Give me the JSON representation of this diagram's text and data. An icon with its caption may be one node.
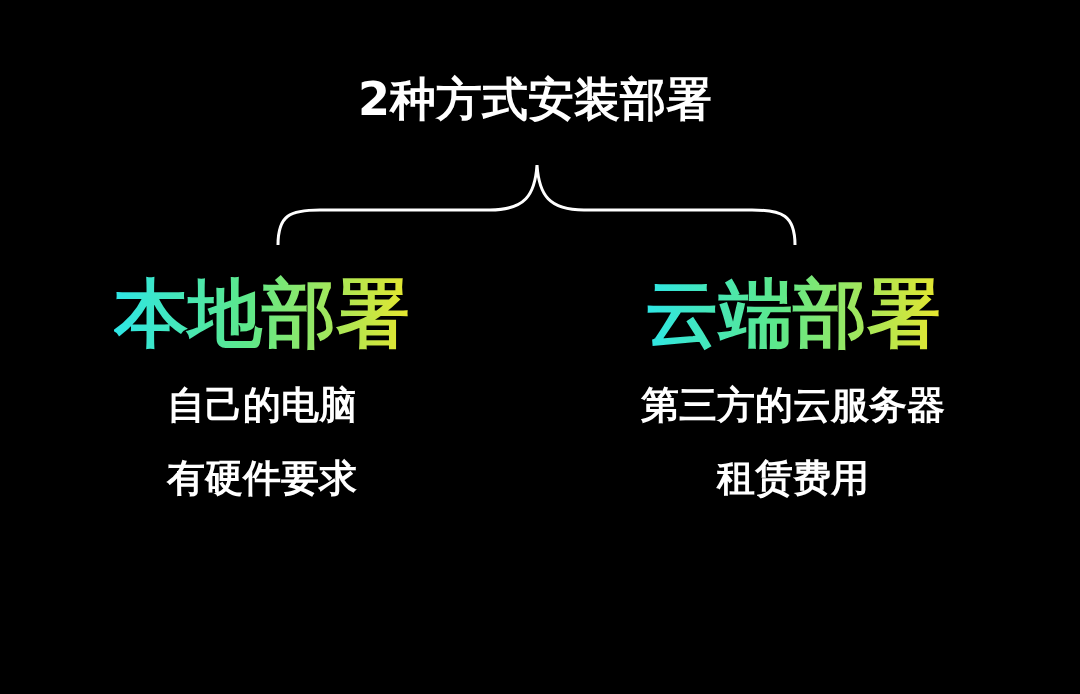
{
  "diagram": {
    "title": "2种方式安装部署",
    "labels": [
      "本地部署",
      "云端部署",
      "自己的电脑",
      "第三方的云服务器",
      "有硬件要求",
      "租赁费用"
    ]
  }
}
